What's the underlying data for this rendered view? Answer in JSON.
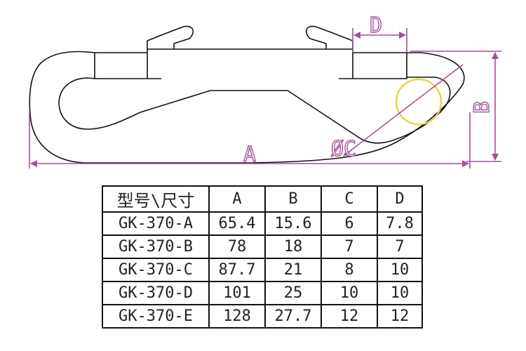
{
  "diagram": {
    "dimension_labels": {
      "a": "A",
      "b": "B",
      "c": "ØC",
      "d": "D"
    },
    "colors": {
      "outline": "#111111",
      "dimension": "#a4509a",
      "circle": "#e6d54a"
    }
  },
  "spec_table": {
    "headers": [
      "型号\\尺寸",
      "A",
      "B",
      "C",
      "D"
    ],
    "rows": [
      [
        "GK-370-A",
        "65.4",
        "15.6",
        "6",
        "7.8"
      ],
      [
        "GK-370-B",
        "78",
        "18",
        "7",
        "7"
      ],
      [
        "GK-370-C",
        "87.7",
        "21",
        "8",
        "10"
      ],
      [
        "GK-370-D",
        "101",
        "25",
        "10",
        "10"
      ],
      [
        "GK-370-E",
        "128",
        "27.7",
        "12",
        "12"
      ]
    ]
  }
}
